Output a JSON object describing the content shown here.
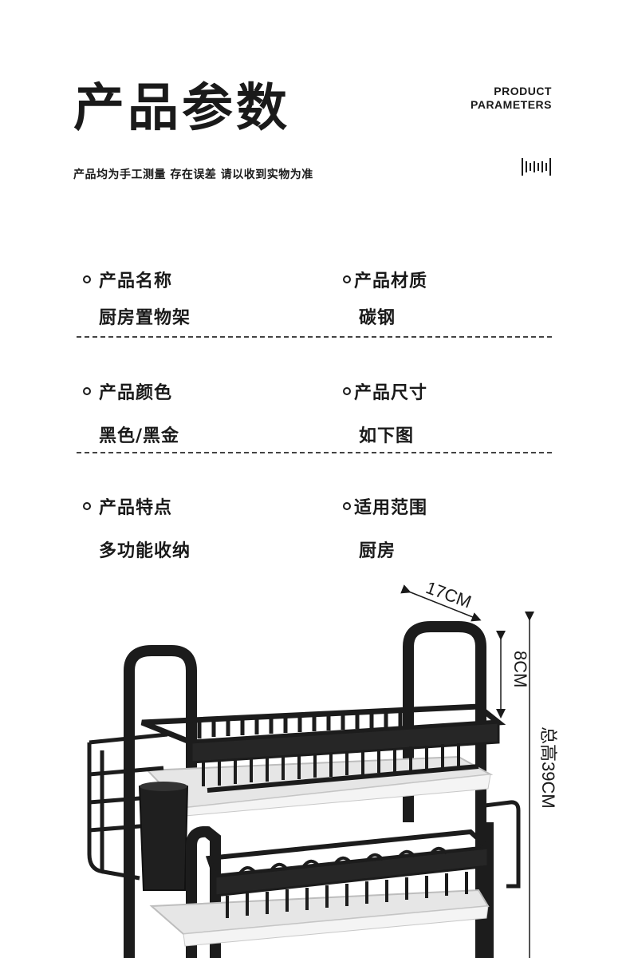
{
  "header": {
    "title": "产品参数",
    "en_title_line1": "PRODUCT",
    "en_title_line2": "PARAMETERS",
    "subtitle": "产品均为手工测量 存在误差 请以收到实物为准"
  },
  "params": [
    {
      "label": "产品名称",
      "value": "厨房置物架"
    },
    {
      "label": "产品材质",
      "value": "碳钢"
    },
    {
      "label": "产品颜色",
      "value": "黑色/黑金"
    },
    {
      "label": "产品尺寸",
      "value": "如下图"
    },
    {
      "label": "产品特点",
      "value": "多功能收纳"
    },
    {
      "label": "适用范围",
      "value": "厨房"
    }
  ],
  "dimensions": {
    "width": "17CM",
    "handle": "8CM",
    "height": "总高39CM"
  }
}
